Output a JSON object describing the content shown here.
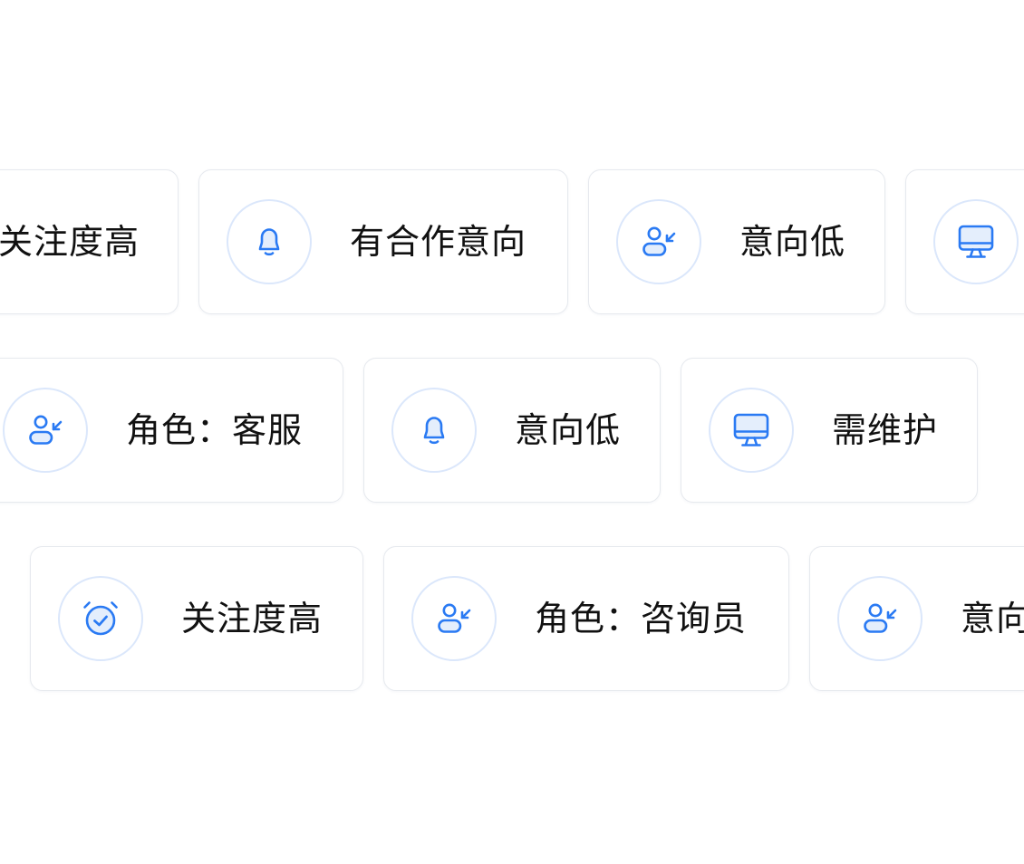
{
  "accent_color": "#2a7af3",
  "accent_light": "#dbe7fb",
  "rows": [
    {
      "cards": [
        {
          "label": "关注度高",
          "icon": "alarm-clock-icon"
        },
        {
          "label": "有合作意向",
          "icon": "bell-icon"
        },
        {
          "label": "意向低",
          "icon": "user-arrow-icon"
        },
        {
          "label": "",
          "icon": "monitor-icon"
        }
      ]
    },
    {
      "cards": [
        {
          "label": "角色：客服",
          "icon": "user-arrow-icon"
        },
        {
          "label": "意向低",
          "icon": "bell-icon"
        },
        {
          "label": "需维护",
          "icon": "monitor-icon"
        }
      ]
    },
    {
      "cards": [
        {
          "label": "关注度高",
          "icon": "alarm-clock-icon"
        },
        {
          "label": "角色：咨询员",
          "icon": "user-arrow-icon"
        },
        {
          "label": "意向低",
          "icon": "user-arrow-icon"
        }
      ]
    }
  ]
}
